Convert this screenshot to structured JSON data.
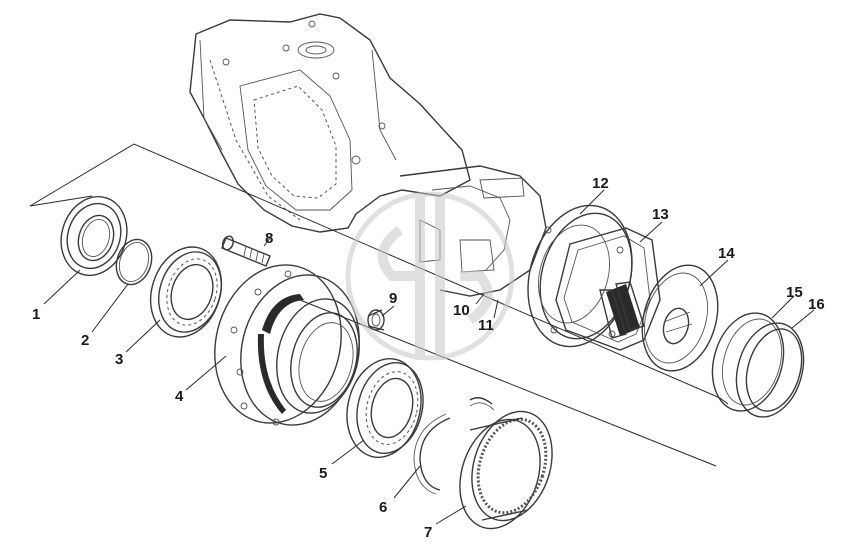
{
  "diagram": {
    "callouts": [
      "1",
      "2",
      "3",
      "4",
      "5",
      "6",
      "7",
      "8",
      "9",
      "10",
      "11",
      "12",
      "13",
      "14",
      "15",
      "16"
    ],
    "watermark": "logo-mark"
  }
}
